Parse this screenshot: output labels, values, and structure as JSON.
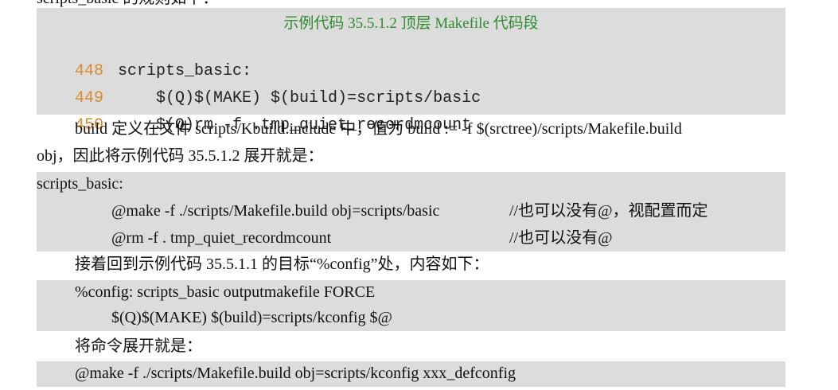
{
  "cutoff_text": "scripts_basic 的规则如下：",
  "listing": {
    "caption": "示例代码 35.5.1.2 顶层 Makefile 代码段",
    "lines": [
      {
        "num": "448",
        "code": "scripts_basic:"
      },
      {
        "num": "449",
        "code": "    $(Q)$(MAKE) $(build)=scripts/basic"
      },
      {
        "num": "450",
        "code": "    $(Q)rm -f .tmp_quiet_recordmcount"
      }
    ]
  },
  "para1_line1": "build 定义在文件 scripts/Kbuild.include 中，值为 build := -f $(srctree)/scripts/Makefile.build",
  "para1_line2": "obj，因此将示例代码 35.5.1.2 展开就是：",
  "expanded": {
    "target": "scripts_basic:",
    "cmd1": "@make -f ./scripts/Makefile.build obj=scripts/basic",
    "cmd1_comment": "//也可以没有@，视配置而定",
    "cmd2": "@rm -f . tmp_quiet_recordmcount",
    "cmd2_comment": "//也可以没有@"
  },
  "para2": "接着回到示例代码 35.5.1.1 的目标“%config”处，内容如下：",
  "config_rule": {
    "line1": "%config: scripts_basic outputmakefile FORCE",
    "line2": "$(Q)$(MAKE) $(build)=scripts/kconfig $@"
  },
  "para3": "将命令展开就是：",
  "expanded_cmd": "@make -f ./scripts/Makefile.build obj=scripts/kconfig xxx_defconfig"
}
